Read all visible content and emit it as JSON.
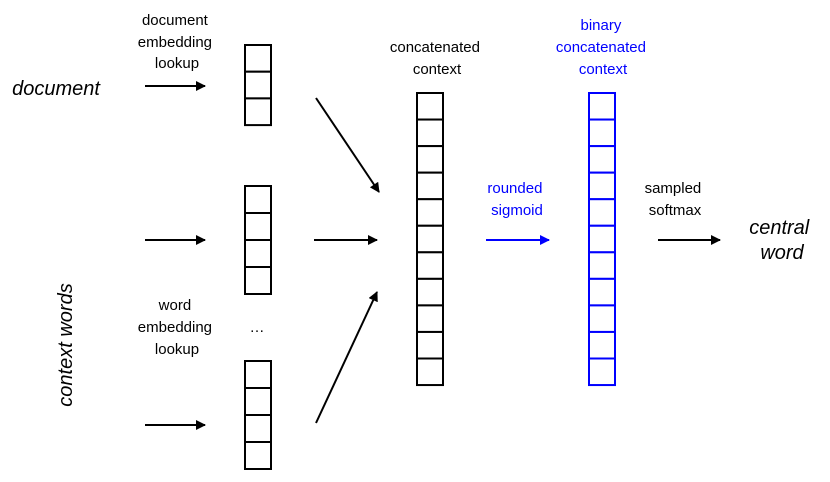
{
  "colors": {
    "ink": "#000000",
    "accent": "#0000ff"
  },
  "inputs": {
    "document": "document",
    "context_words": "context words"
  },
  "labels": {
    "document_embedding_lookup": [
      "document",
      "embedding",
      "lookup"
    ],
    "word_embedding_lookup": [
      "word",
      "embedding",
      "lookup"
    ],
    "concatenated_context": [
      "concatenated",
      "context"
    ],
    "binary_concatenated_context": [
      "binary",
      "concatenated",
      "context"
    ],
    "rounded_sigmoid": [
      "rounded",
      "sigmoid"
    ],
    "sampled_softmax": [
      "sampled",
      "softmax"
    ],
    "ellipsis": "…"
  },
  "output": {
    "central_word": [
      "central",
      "word"
    ]
  },
  "vectors": {
    "document_embedding_cells": 3,
    "word_embedding_cells": 4,
    "concatenated_cells": 11,
    "binary_cells": 11
  }
}
